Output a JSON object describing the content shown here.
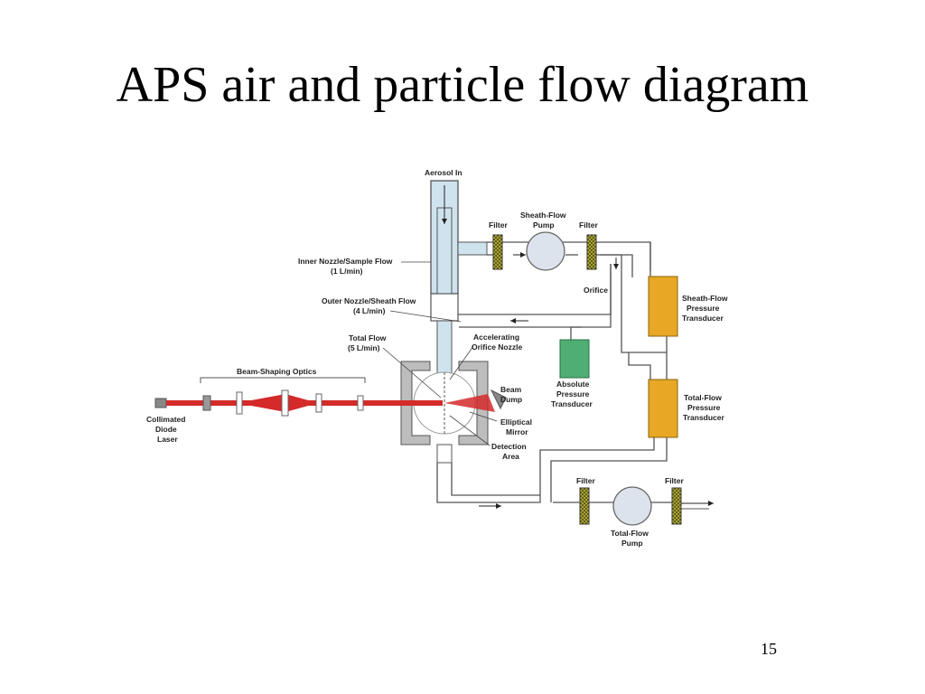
{
  "slide": {
    "title": "APS air and particle flow diagram",
    "page_number": "15"
  },
  "labels": {
    "aerosol_in": "Aerosol In",
    "sheath_flow_pump_1": "Sheath-Flow",
    "sheath_flow_pump_2": "Pump",
    "filter_sheath_left": "Filter",
    "filter_sheath_right": "Filter",
    "inner_nozzle_1": "Inner Nozzle/Sample Flow",
    "inner_nozzle_2": "(1 L/min)",
    "orifice": "Orifice",
    "sheath_transducer_1": "Sheath-Flow",
    "sheath_transducer_2": "Pressure",
    "sheath_transducer_3": "Transducer",
    "outer_nozzle_1": "Outer Nozzle/Sheath Flow",
    "outer_nozzle_2": "(4 L/min)",
    "total_flow_1": "Total Flow",
    "total_flow_2": "(5 L/min)",
    "accel_nozzle_1": "Accelerating",
    "accel_nozzle_2": "Orifice Nozzle",
    "beam_optics": "Beam-Shaping Optics",
    "beam_dump_1": "Beam",
    "beam_dump_2": "Dump",
    "abs_transducer_1": "Absolute",
    "abs_transducer_2": "Pressure",
    "abs_transducer_3": "Transducer",
    "total_transducer_1": "Total-Flow",
    "total_transducer_2": "Pressure",
    "total_transducer_3": "Transducer",
    "laser_1": "Collimated",
    "laser_2": "Diode",
    "laser_3": "Laser",
    "mirror_1": "Elliptical",
    "mirror_2": "Mirror",
    "detection_1": "Detection",
    "detection_2": "Area",
    "filter_total_left": "Filter",
    "filter_total_right": "Filter",
    "total_pump_1": "Total-Flow",
    "total_pump_2": "Pump"
  },
  "colors": {
    "nozzle_fill": "#cfe3ee",
    "transducer_orange": "#e8a825",
    "transducer_green": "#4fae72",
    "laser_red": "#d42a2a",
    "pump_fill": "#dde3ec",
    "filter_fill": "#6b6a1e"
  }
}
